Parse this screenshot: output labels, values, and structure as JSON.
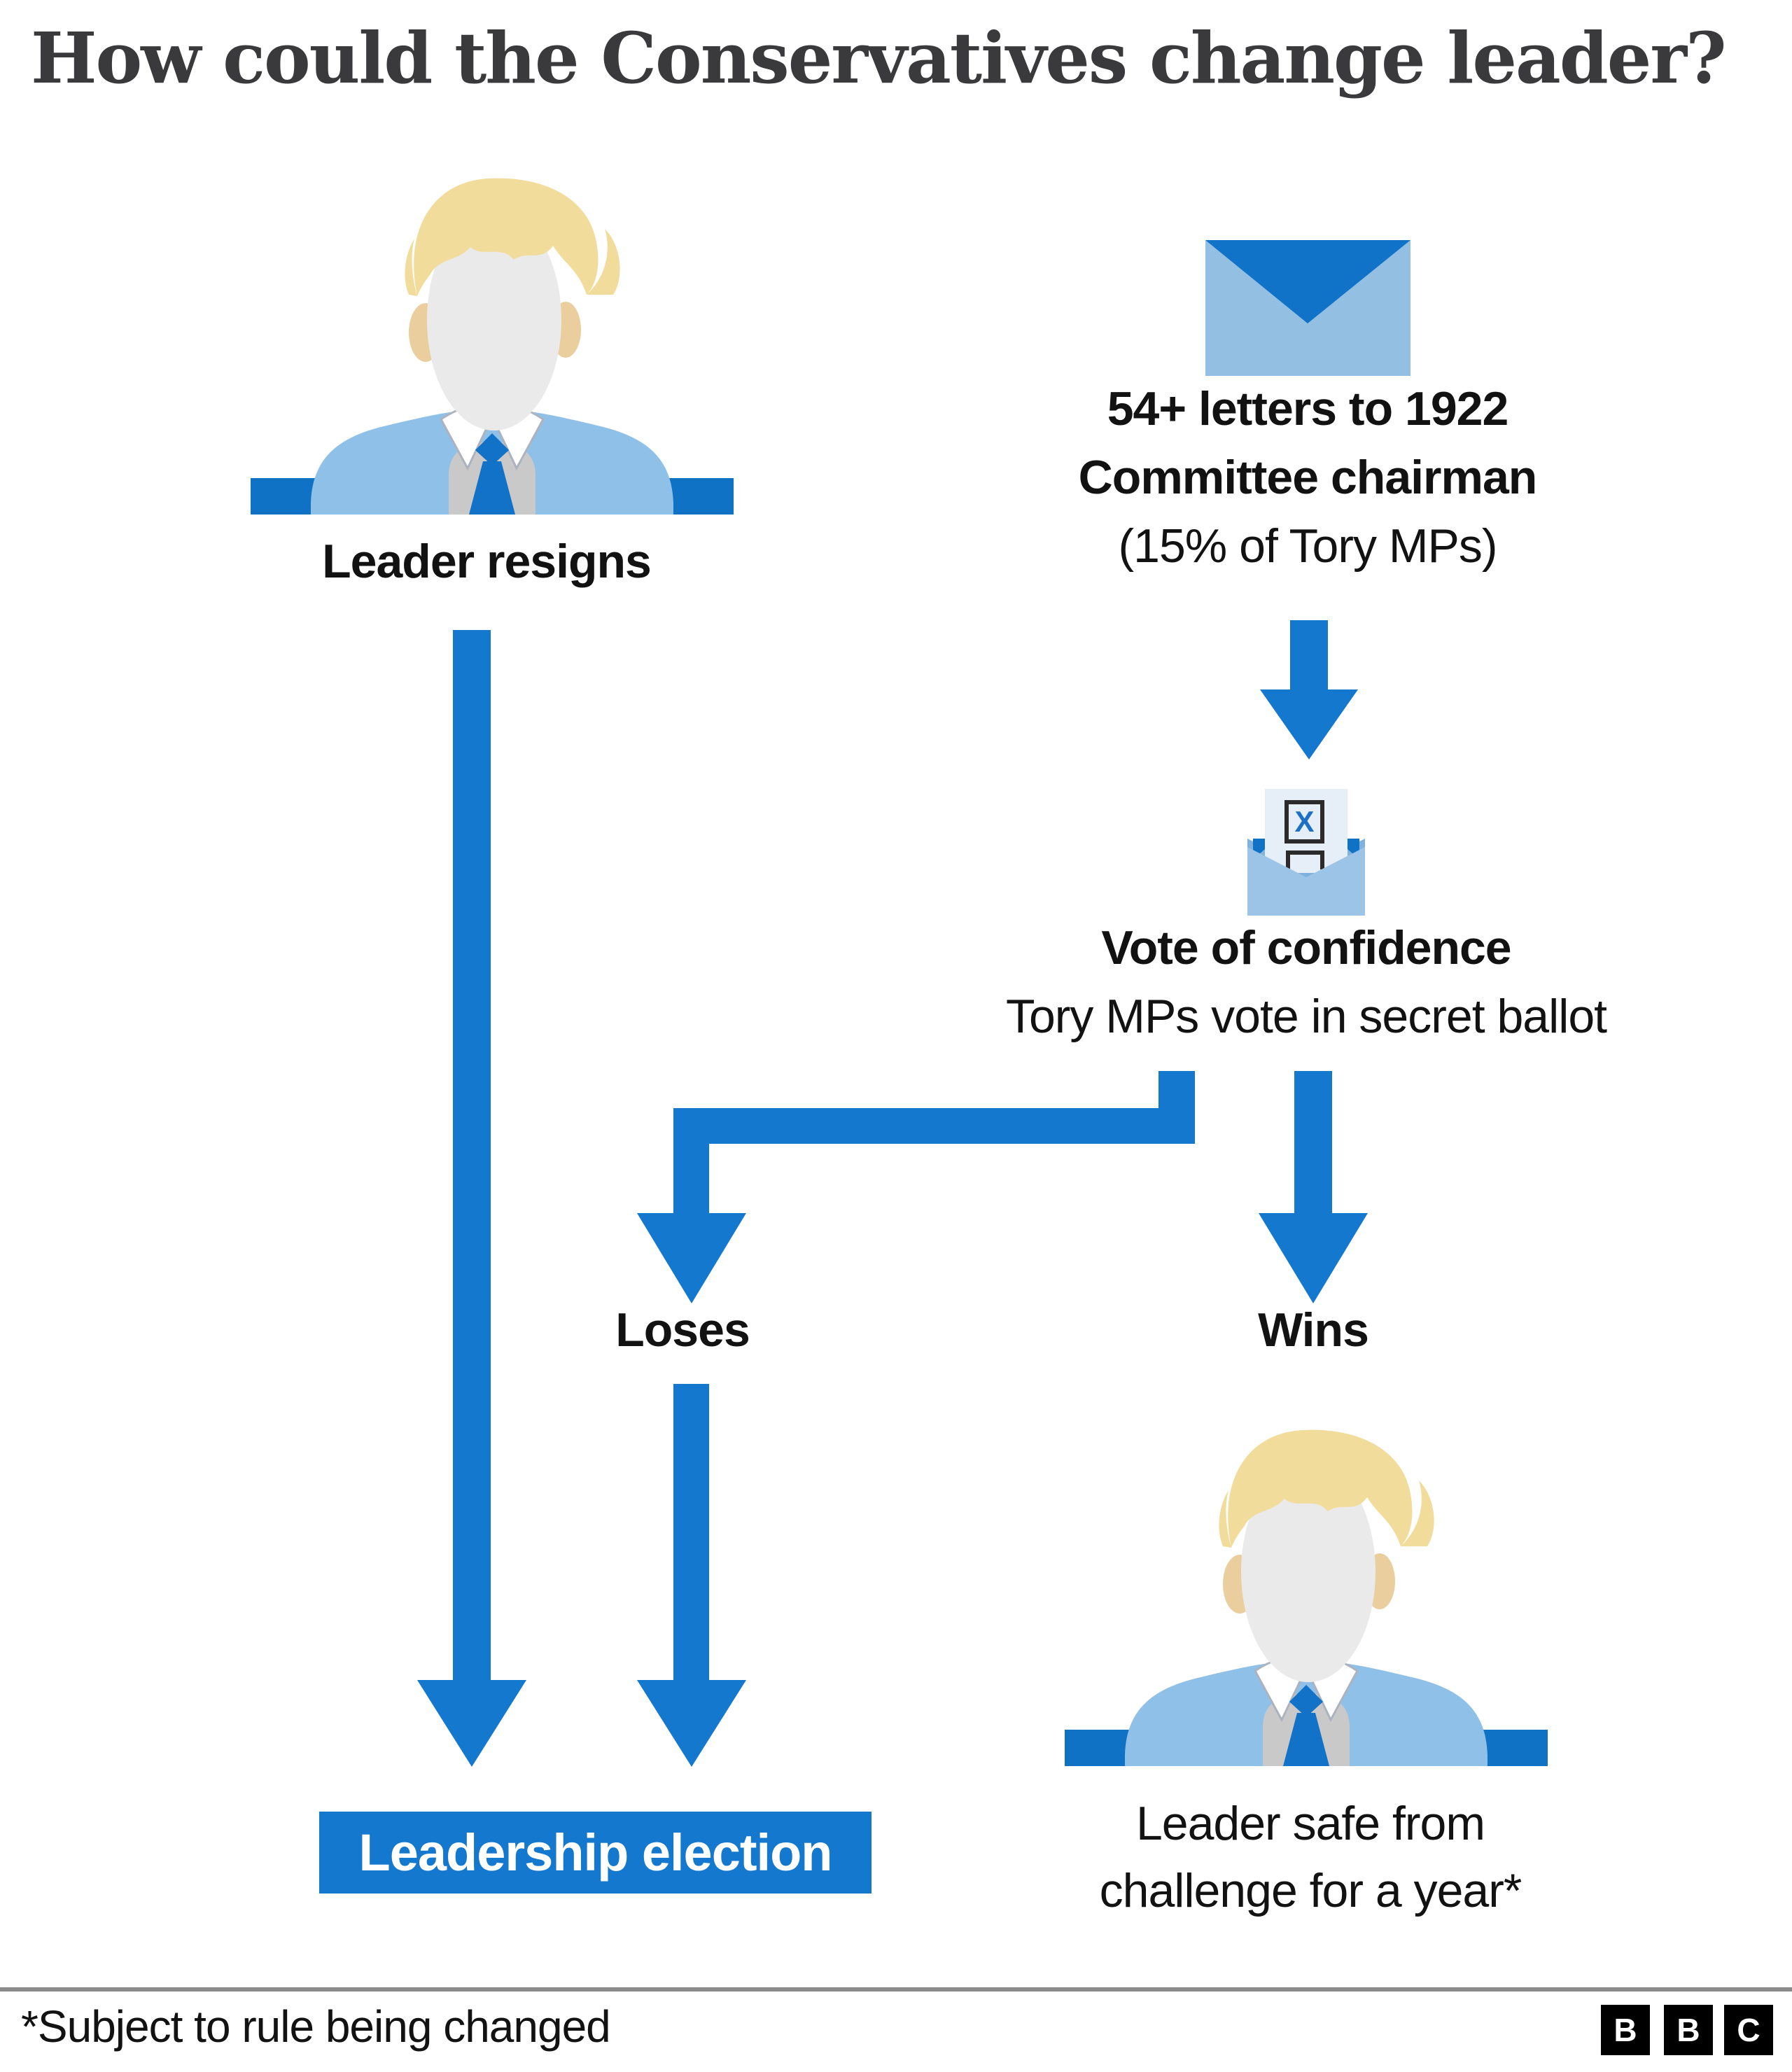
{
  "title": "How could the Conservatives change leader?",
  "colors": {
    "accent_blue": "#1478CE",
    "bar_blue": "#0F72C5",
    "jacket_blue": "#8FC1E8",
    "tie_blue": "#1172C8",
    "hair_yellow": "#F1DC9C",
    "face_gray": "#EAEAEA",
    "title_gray": "#3A3A3C",
    "text_black": "#121212",
    "envelope_body": "#93BFE3",
    "envelope_flap": "#1173C8",
    "ballot_paper": "#E6EFF8",
    "ballot_env_back": "#7FB2DC",
    "ballot_env_front": "#9CC4E6",
    "ballot_x_blue": "#1D70C8",
    "footer_rule": "#8A8A8A"
  },
  "resign_path": {
    "label": "Leader resigns"
  },
  "letters_path": {
    "heading_line1": "54+ letters to 1922",
    "heading_line2": "Committee chairman",
    "subheading": "(15% of Tory MPs)"
  },
  "confidence_vote": {
    "heading": "Vote of confidence",
    "subheading": "Tory MPs vote in secret ballot"
  },
  "outcomes": {
    "lose_label": "Loses",
    "win_label": "Wins"
  },
  "election_box": {
    "label": "Leadership election"
  },
  "leader_safe": {
    "line1": "Leader safe from",
    "line2": "challenge for a year*"
  },
  "icons": {
    "ballot_x": "X"
  },
  "footer": {
    "note": "*Subject to rule being changed",
    "bbc_letters": [
      "B",
      "B",
      "C"
    ]
  }
}
